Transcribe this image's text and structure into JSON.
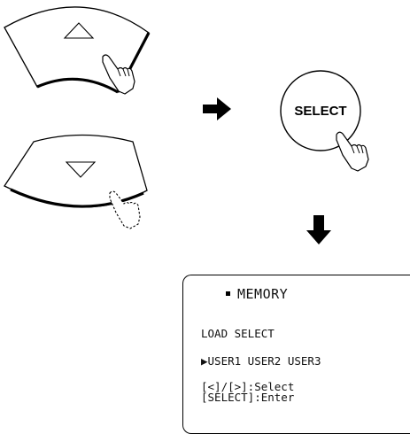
{
  "select_button": {
    "label": "SELECT"
  },
  "screen": {
    "title": "MEMORY",
    "subtitle": "LOAD SELECT",
    "selection_marker": "▶",
    "options": "USER1 USER2 USER3",
    "help_line_1": "[<]/[>]:Select",
    "help_line_2": "[SELECT]:Enter"
  }
}
